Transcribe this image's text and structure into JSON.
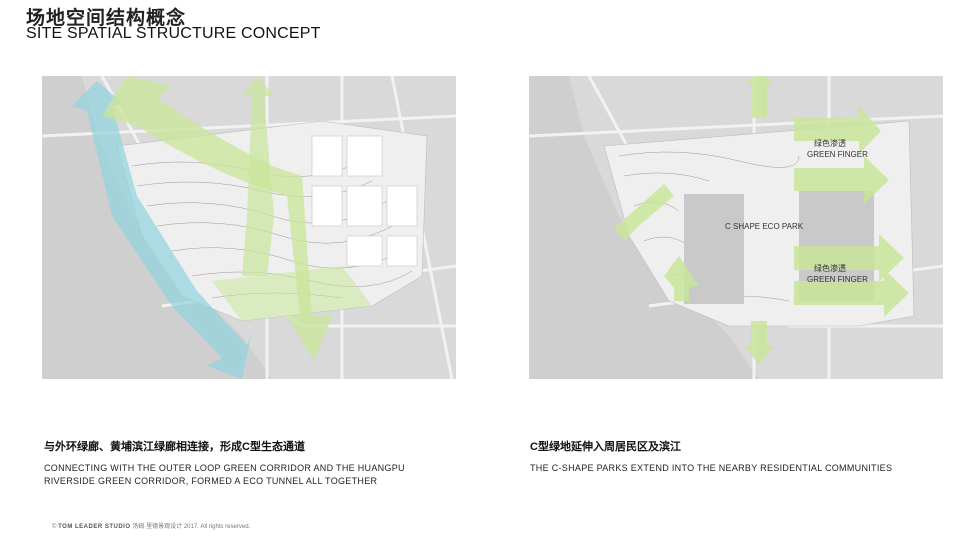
{
  "header": {
    "title_cn": "场地空间结构概念",
    "title_en": "SITE SPATIAL STRUCTURE CONCEPT"
  },
  "left_panel": {
    "caption_cn": "与外环绿廊、黄埔滨江绿廊相连接，形成C型生态通道",
    "caption_en_line1": "CONNECTING WITH THE OUTER LOOP GREEN CORRIDOR AND THE HUANGPU",
    "caption_en_line2": "RIVERSIDE GREEN CORRIDOR, FORMED A ECO TUNNEL ALL TOGETHER"
  },
  "right_panel": {
    "caption_cn": "C型绿地延伸入周居民区及滨江",
    "caption_en": "THE C-SHAPE PARKS EXTEND INTO THE NEARBY RESIDENTIAL COMMUNITIES",
    "map_labels": {
      "green_finger_top_cn": "绿色渗透",
      "green_finger_top_en": "GREEN FINGER",
      "green_finger_bottom_cn": "绿色渗透",
      "green_finger_bottom_en": "GREEN FINGER",
      "center_label": "C SHAPE ECO PARK"
    }
  },
  "footer": {
    "brand": "TOM LEADER STUDIO",
    "brand_cn": "汤姆·里德景观设计",
    "rights": "2017. All rights reserved."
  },
  "colors": {
    "arrow_green": "#c9e69a",
    "arrow_blue": "#8fd3de",
    "map_base": "#d9d9d9",
    "river": "#c8c8c8"
  }
}
